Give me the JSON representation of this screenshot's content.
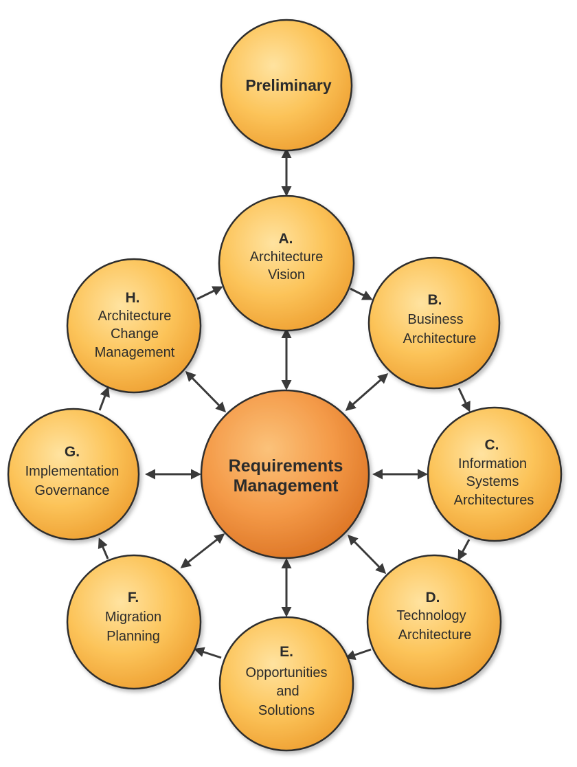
{
  "colors": {
    "phase_fill_light": "#ffd27a",
    "phase_fill_dark": "#f0a830",
    "center_fill_light": "#f8b060",
    "center_fill_dark": "#e07c28",
    "stroke": "#2e2e2e",
    "text": "#2b2b2b"
  },
  "preliminary": {
    "title": "Preliminary"
  },
  "center": {
    "lines": [
      "Requirements",
      "Management"
    ]
  },
  "phases": {
    "a": {
      "letter": "A.",
      "lines": [
        "Architecture",
        "Vision"
      ]
    },
    "b": {
      "letter": "B.",
      "lines": [
        "Business",
        "Architecture"
      ]
    },
    "c": {
      "letter": "C.",
      "lines": [
        "Information",
        "Systems",
        "Architectures"
      ]
    },
    "d": {
      "letter": "D.",
      "lines": [
        "Technology",
        "Architecture"
      ]
    },
    "e": {
      "letter": "E.",
      "lines": [
        "Opportunities",
        "and",
        "Solutions"
      ]
    },
    "f": {
      "letter": "F.",
      "lines": [
        "Migration",
        "Planning"
      ]
    },
    "g": {
      "letter": "G.",
      "lines": [
        "Implementation",
        "Governance"
      ]
    },
    "h": {
      "letter": "H.",
      "lines": [
        "Architecture",
        "Change",
        "Management"
      ]
    }
  }
}
